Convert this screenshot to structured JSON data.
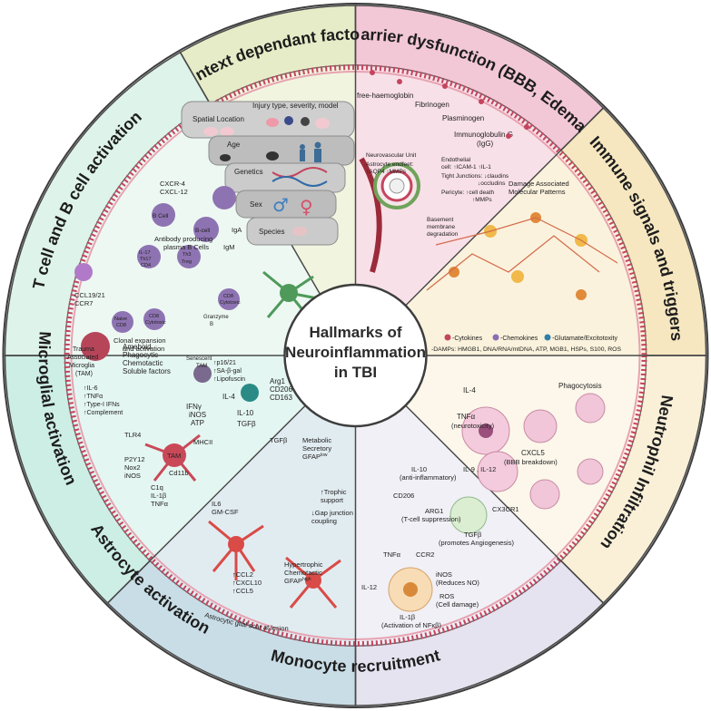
{
  "center": {
    "line1": "Hallmarks of",
    "line2": "Neuroinflammation",
    "line3": "in TBI"
  },
  "colors": {
    "context": "#e6ecc7",
    "barrier": "#f2c7d6",
    "immune": "#f6e7c0",
    "neutrophil": "#faf0d8",
    "monocyte": "#e4e3ef",
    "astrocyte": "#c9dde6",
    "microglia": "#cdeee5",
    "tcell": "#def3ea",
    "membrane": "#c4455e"
  },
  "bands": {
    "context": "Context dependant factors",
    "barrier": "Barrier dysfunction (BBB, Edema)",
    "immune": "Immune signals and triggers",
    "neutrophil": "Neutrophil Infiltration",
    "monocyte": "Monocyte recruitment",
    "astrocyte": "Astrocyte activation",
    "microglia": "Microglial activation",
    "tcell": "T cell and B cell activation"
  },
  "context": {
    "spatial": "Spatial Location",
    "injury": "Injury type, severity, model",
    "age": "Age",
    "genetics": "Genetics",
    "sex": "Sex",
    "species": "Species"
  },
  "barrier": {
    "haemoglobin": "free-haemoglobin",
    "fibrinogen": "Fibrinogen",
    "plasminogen": "Plasminogen",
    "igg1": "Immunoglobulin G",
    "igg2": "(IgG)",
    "nvu": "Neurovascular Unit",
    "endfeet1": "Astrocyte endfeet:",
    "endfeet2": "↑AQP4 ↑MMPs",
    "endo1": "Endothelial",
    "endo2": "cell: ↑ICAM-1 ↑IL-1",
    "tight1": "Tight Junctions: ↓claudins",
    "tight2": "↓occludins",
    "pericyte1": "Pericyte: ↑cell death",
    "pericyte2": "↑MMPs",
    "basement1": "Basement",
    "basement2": "membrane",
    "basement3": "degradation"
  },
  "immune": {
    "damp1": "Damage Associated",
    "damp2": "Molecular Patterns",
    "cytokines": "-Cytokines",
    "chemokines": "-Chemokines",
    "glutamate": "-Glutamate/Excitotoxity",
    "damps": "-DAMPs: HMGB1, DNA/RNA/mtDNA, ATP, MGB1, HSPs, S100, ROS"
  },
  "neutrophil": {
    "phago": "Phagocytosis",
    "il4": "IL-4",
    "tnf1": "TNFα",
    "tnf2": "(neurotoxicity)",
    "cxcl5a": "CXCL5",
    "cxcl5b": "(BBB breakdown)",
    "il9": "IL-9 , IL-12"
  },
  "monocyte": {
    "il10a": "IL-10",
    "il10b": "(anti-inflammatory)",
    "cd206": "CD206",
    "cx3cr1": "CX3CR1",
    "arg1a": "ARG1",
    "arg1b": "(T-cell suppression)",
    "tgfa": "TGFβ",
    "tgfb": "(promotes Angiogenesis)",
    "tnf": "TNFα",
    "ccr2": "CCR2",
    "il12": "IL-12",
    "inosa": "iNOS",
    "inosb": "(Reduces NO)",
    "rosa": "ROS",
    "rosb": "(Cell damage)",
    "il1a": "IL-1β",
    "il1b": "(Activation of NFκβ)"
  },
  "astrocyte": {
    "scar": "Astrocytic glial scar at lesion",
    "tgf": "TGFβ",
    "meta1": "Metabolic",
    "meta2": "Secretory",
    "meta3": "GFAP",
    "meta3sup": "low",
    "trophic1": "↑Trophic",
    "trophic2": "support",
    "gap1": "↓Gap junction",
    "gap2": "coupling",
    "il6": "IL6",
    "gmcsf": "GM-CSF",
    "ccl2": "↑CCL2",
    "cxcl10": "↑CXCL10",
    "ccl5": "↑CCL5",
    "hyper1": "Hypertrophic",
    "hyper2": "Chemotactic",
    "hyper3": "GFAP",
    "hyper3sup": "high"
  },
  "microglia": {
    "tam1": "Trauma",
    "tam2": "Associated",
    "tam3": "Microglia",
    "tam4": "(TAM)",
    "ameboid": "Ameboid",
    "phago": "Phagocytic",
    "chemo": "Chemotactic",
    "soluble": "Soluble factors",
    "il6": "↑IL-6",
    "tnf": "↑TNFα",
    "ifn": "↑Type-I IFNs",
    "compl": "↑Complement",
    "sen1": "Senescent",
    "sen2": "TAM",
    "p16": "↑p16/21",
    "sagal": "↑SA-β-gal",
    "lipo": "↑Lipofuscin",
    "il4": "IL-4",
    "arg1": "Arg1",
    "cd206": "CD206",
    "cd163": "CD163",
    "ifng": "IFNγ",
    "inos": "iNOS",
    "atp": "ATP",
    "il10": "IL-10",
    "tgfb": "TGFβ",
    "tlr4": "TLR4",
    "tam": "TAM",
    "mhcii": "MHCII",
    "p2y12": "P2Y12",
    "nox2": "Nox2",
    "inos2": "iNOS",
    "cd11b": "Cd11b",
    "c1q": "C1q",
    "il1b": "IL-1β",
    "tnf2": "TNFα"
  },
  "tcell": {
    "cxcr4": "CXCR-4",
    "cxcl12": "CXCL-12",
    "bcell1": "B Cell",
    "bcell2": "B-cell",
    "iga": "IgA",
    "igm": "IgM",
    "plasma": "Antibody producing",
    "plasma2": "plasma B Cells",
    "th17": "IL-17",
    "th17b": "Th17",
    "th17c": "CD4",
    "th3": "Th3",
    "th3b": "Treg",
    "ccl": "CCL19/21",
    "ccr7": "CCR7",
    "naive1": "Naive",
    "naive2": "CD8",
    "cd8a": "CD8",
    "cd8b": "Cytotoxic",
    "cd8c": "CD8",
    "cd8d": "Cytotoxic",
    "granzyme": "Granzyme",
    "granzymeb": "B",
    "clonal1": "Clonal expansion",
    "clonal2": "and activation"
  }
}
